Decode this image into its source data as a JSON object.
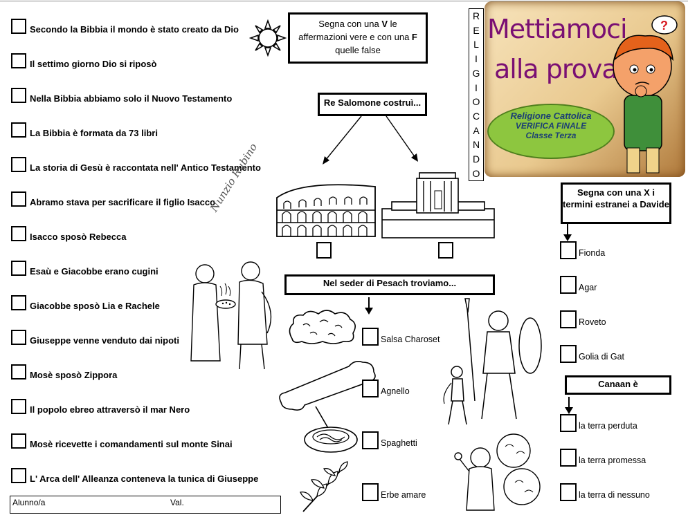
{
  "statements": [
    "Secondo la Bibbia il mondo è stato creato da Dio",
    "Il settimo giorno Dio si riposò",
    "Nella Bibbia abbiamo solo il Nuovo Testamento",
    "La Bibbia è formata da 73 libri",
    "La storia di Gesù è raccontata nell' Antico Testamento",
    "Abramo  stava per sacrificare il figlio Isacco",
    "Isacco sposò Rebecca",
    "Esaù e Giacobbe erano cugini",
    "Giacobbe sposò Lia e Rachele",
    "Giuseppe venne venduto dai nipoti",
    "Mosè sposò Zippora",
    "Il popolo ebreo attraversò il mar Nero",
    "Mosè ricevette i comandamenti sul monte Sinai",
    "L' Arca dell' Alleanza conteneva la tunica di Giuseppe"
  ],
  "instruction": {
    "pre": "Segna con una ",
    "v": "V",
    "mid": " le affermazioni vere e con una ",
    "f": "F",
    "post": " quelle false"
  },
  "vertical_title": [
    "R",
    "E",
    "L",
    "I",
    "G",
    "I",
    "O",
    "C",
    "A",
    "N",
    "D",
    "O"
  ],
  "banner": {
    "title_line1": "Mettiamoci",
    "title_line2": "alla prova",
    "oval_line1": "Religione Cattolica",
    "oval_line2": "VERIFICA FINALE",
    "oval_line3": "Classe Terza"
  },
  "salomone": {
    "title": "Re Salomone costruì..."
  },
  "pesach": {
    "title": "Nel seder di Pesach troviamo...",
    "options": [
      "Salsa Charoset",
      "Agnello",
      "Spaghetti",
      "Erbe amare"
    ]
  },
  "davide": {
    "title": "Segna con una X i termini estranei a Davide",
    "options": [
      "Fionda",
      "Agar",
      "Roveto",
      "Golia di Gat"
    ]
  },
  "canaan": {
    "title": "Canaan è",
    "options": [
      "la terra perduta",
      "la terra promessa",
      "la terra di nessuno"
    ]
  },
  "watermark": "Nunzio Rubino",
  "footer": {
    "student": "Alunno/a",
    "grade": "Val."
  },
  "colors": {
    "title_purple": "#7a0f73",
    "oval_green": "#8dc63f",
    "oval_text": "#1c3f74",
    "parchment": "#e9c98f"
  }
}
